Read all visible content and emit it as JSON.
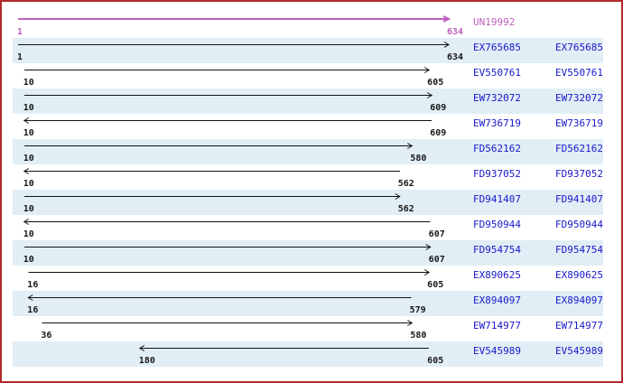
{
  "palette": {
    "frame_border": "#b22a2a",
    "band_background": "#e1eef5",
    "accession_blue": "#1818cc",
    "query_magenta": "#c060c0",
    "arrow_black": "#111111"
  },
  "scale": {
    "coord_min": 1,
    "coord_max": 634
  },
  "rows": [
    {
      "label": "UN19992",
      "start": 1,
      "end": 634,
      "direction": "right",
      "type": "query",
      "banded": false
    },
    {
      "label": "EX765685",
      "start": 1,
      "end": 634,
      "direction": "right",
      "type": "hit",
      "banded": true
    },
    {
      "label": "EV550761",
      "start": 10,
      "end": 605,
      "direction": "right",
      "type": "hit",
      "banded": false
    },
    {
      "label": "EW732072",
      "start": 10,
      "end": 609,
      "direction": "right",
      "type": "hit",
      "banded": true
    },
    {
      "label": "EW736719",
      "start": 10,
      "end": 609,
      "direction": "left",
      "type": "hit",
      "banded": false
    },
    {
      "label": "FD562162",
      "start": 10,
      "end": 580,
      "direction": "right",
      "type": "hit",
      "banded": true
    },
    {
      "label": "FD937052",
      "start": 10,
      "end": 562,
      "direction": "left",
      "type": "hit",
      "banded": false
    },
    {
      "label": "FD941407",
      "start": 10,
      "end": 562,
      "direction": "right",
      "type": "hit",
      "banded": true
    },
    {
      "label": "FD950944",
      "start": 10,
      "end": 607,
      "direction": "left",
      "type": "hit",
      "banded": false
    },
    {
      "label": "FD954754",
      "start": 10,
      "end": 607,
      "direction": "right",
      "type": "hit",
      "banded": true
    },
    {
      "label": "EX890625",
      "start": 16,
      "end": 605,
      "direction": "right",
      "type": "hit",
      "banded": false
    },
    {
      "label": "EX894097",
      "start": 16,
      "end": 579,
      "direction": "left",
      "type": "hit",
      "banded": true
    },
    {
      "label": "EW714977",
      "start": 36,
      "end": 580,
      "direction": "right",
      "type": "hit",
      "banded": false
    },
    {
      "label": "EV545989",
      "start": 180,
      "end": 605,
      "direction": "left",
      "type": "hit",
      "banded": true
    }
  ]
}
